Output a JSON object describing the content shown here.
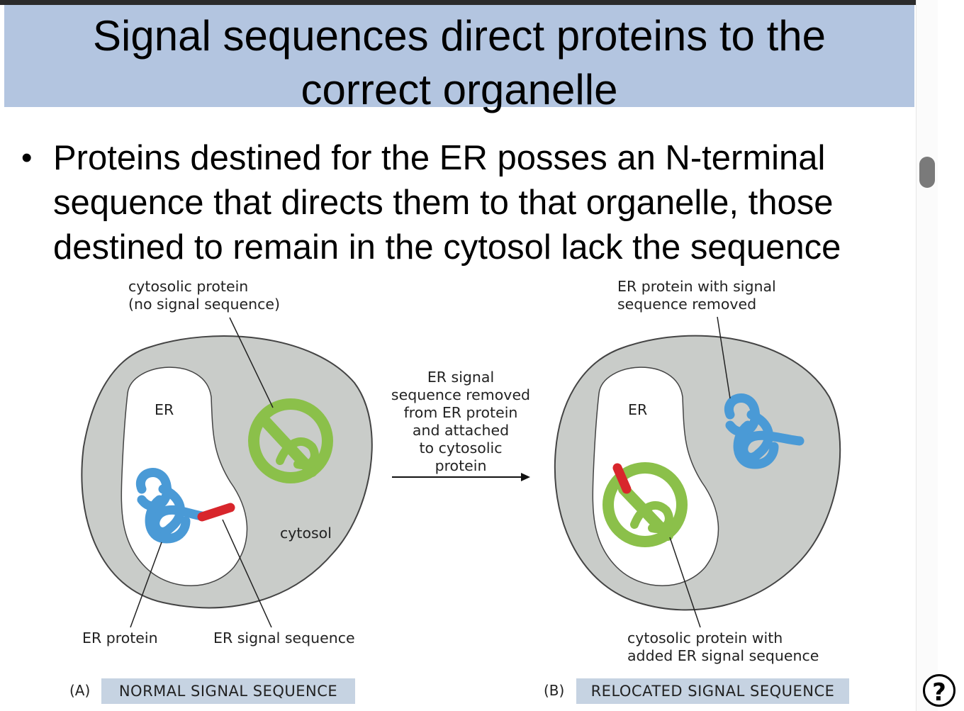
{
  "title_lines": [
    "Signal sequences direct proteins to the",
    "correct organelle"
  ],
  "bullet_lines": [
    "Proteins destined for the ER posses an N-terminal",
    "sequence that directs them to that organelle, those",
    "destined to remain in the cytosol lack the sequence"
  ],
  "figure": {
    "panel_a": {
      "letter": "(A)",
      "caption": "NORMAL SIGNAL SEQUENCE",
      "cytosolic_protein_label": [
        "cytosolic protein",
        "(no signal sequence)"
      ],
      "er_label": "ER",
      "cytosol_label": "cytosol",
      "er_protein_label": "ER protein",
      "er_signal_label": "ER signal sequence"
    },
    "arrow_text": [
      "ER signal",
      "sequence removed",
      "from ER protein",
      "and attached",
      "to cytosolic",
      "protein"
    ],
    "panel_b": {
      "letter": "(B)",
      "caption": "RELOCATED SIGNAL SEQUENCE",
      "er_protein_removed_label": [
        "ER protein with signal",
        "sequence removed"
      ],
      "er_label": "ER",
      "cytosolic_added_label": [
        "cytosolic protein with",
        "added ER signal sequence"
      ]
    },
    "colors": {
      "cell": "#c9ccc9",
      "cell_outline": "#444444",
      "er_protein": "#4a9ad6",
      "cytosolic_protein": "#8bc04a",
      "signal_sequence": "#d8262c"
    }
  },
  "ui": {
    "help_label": "?"
  }
}
